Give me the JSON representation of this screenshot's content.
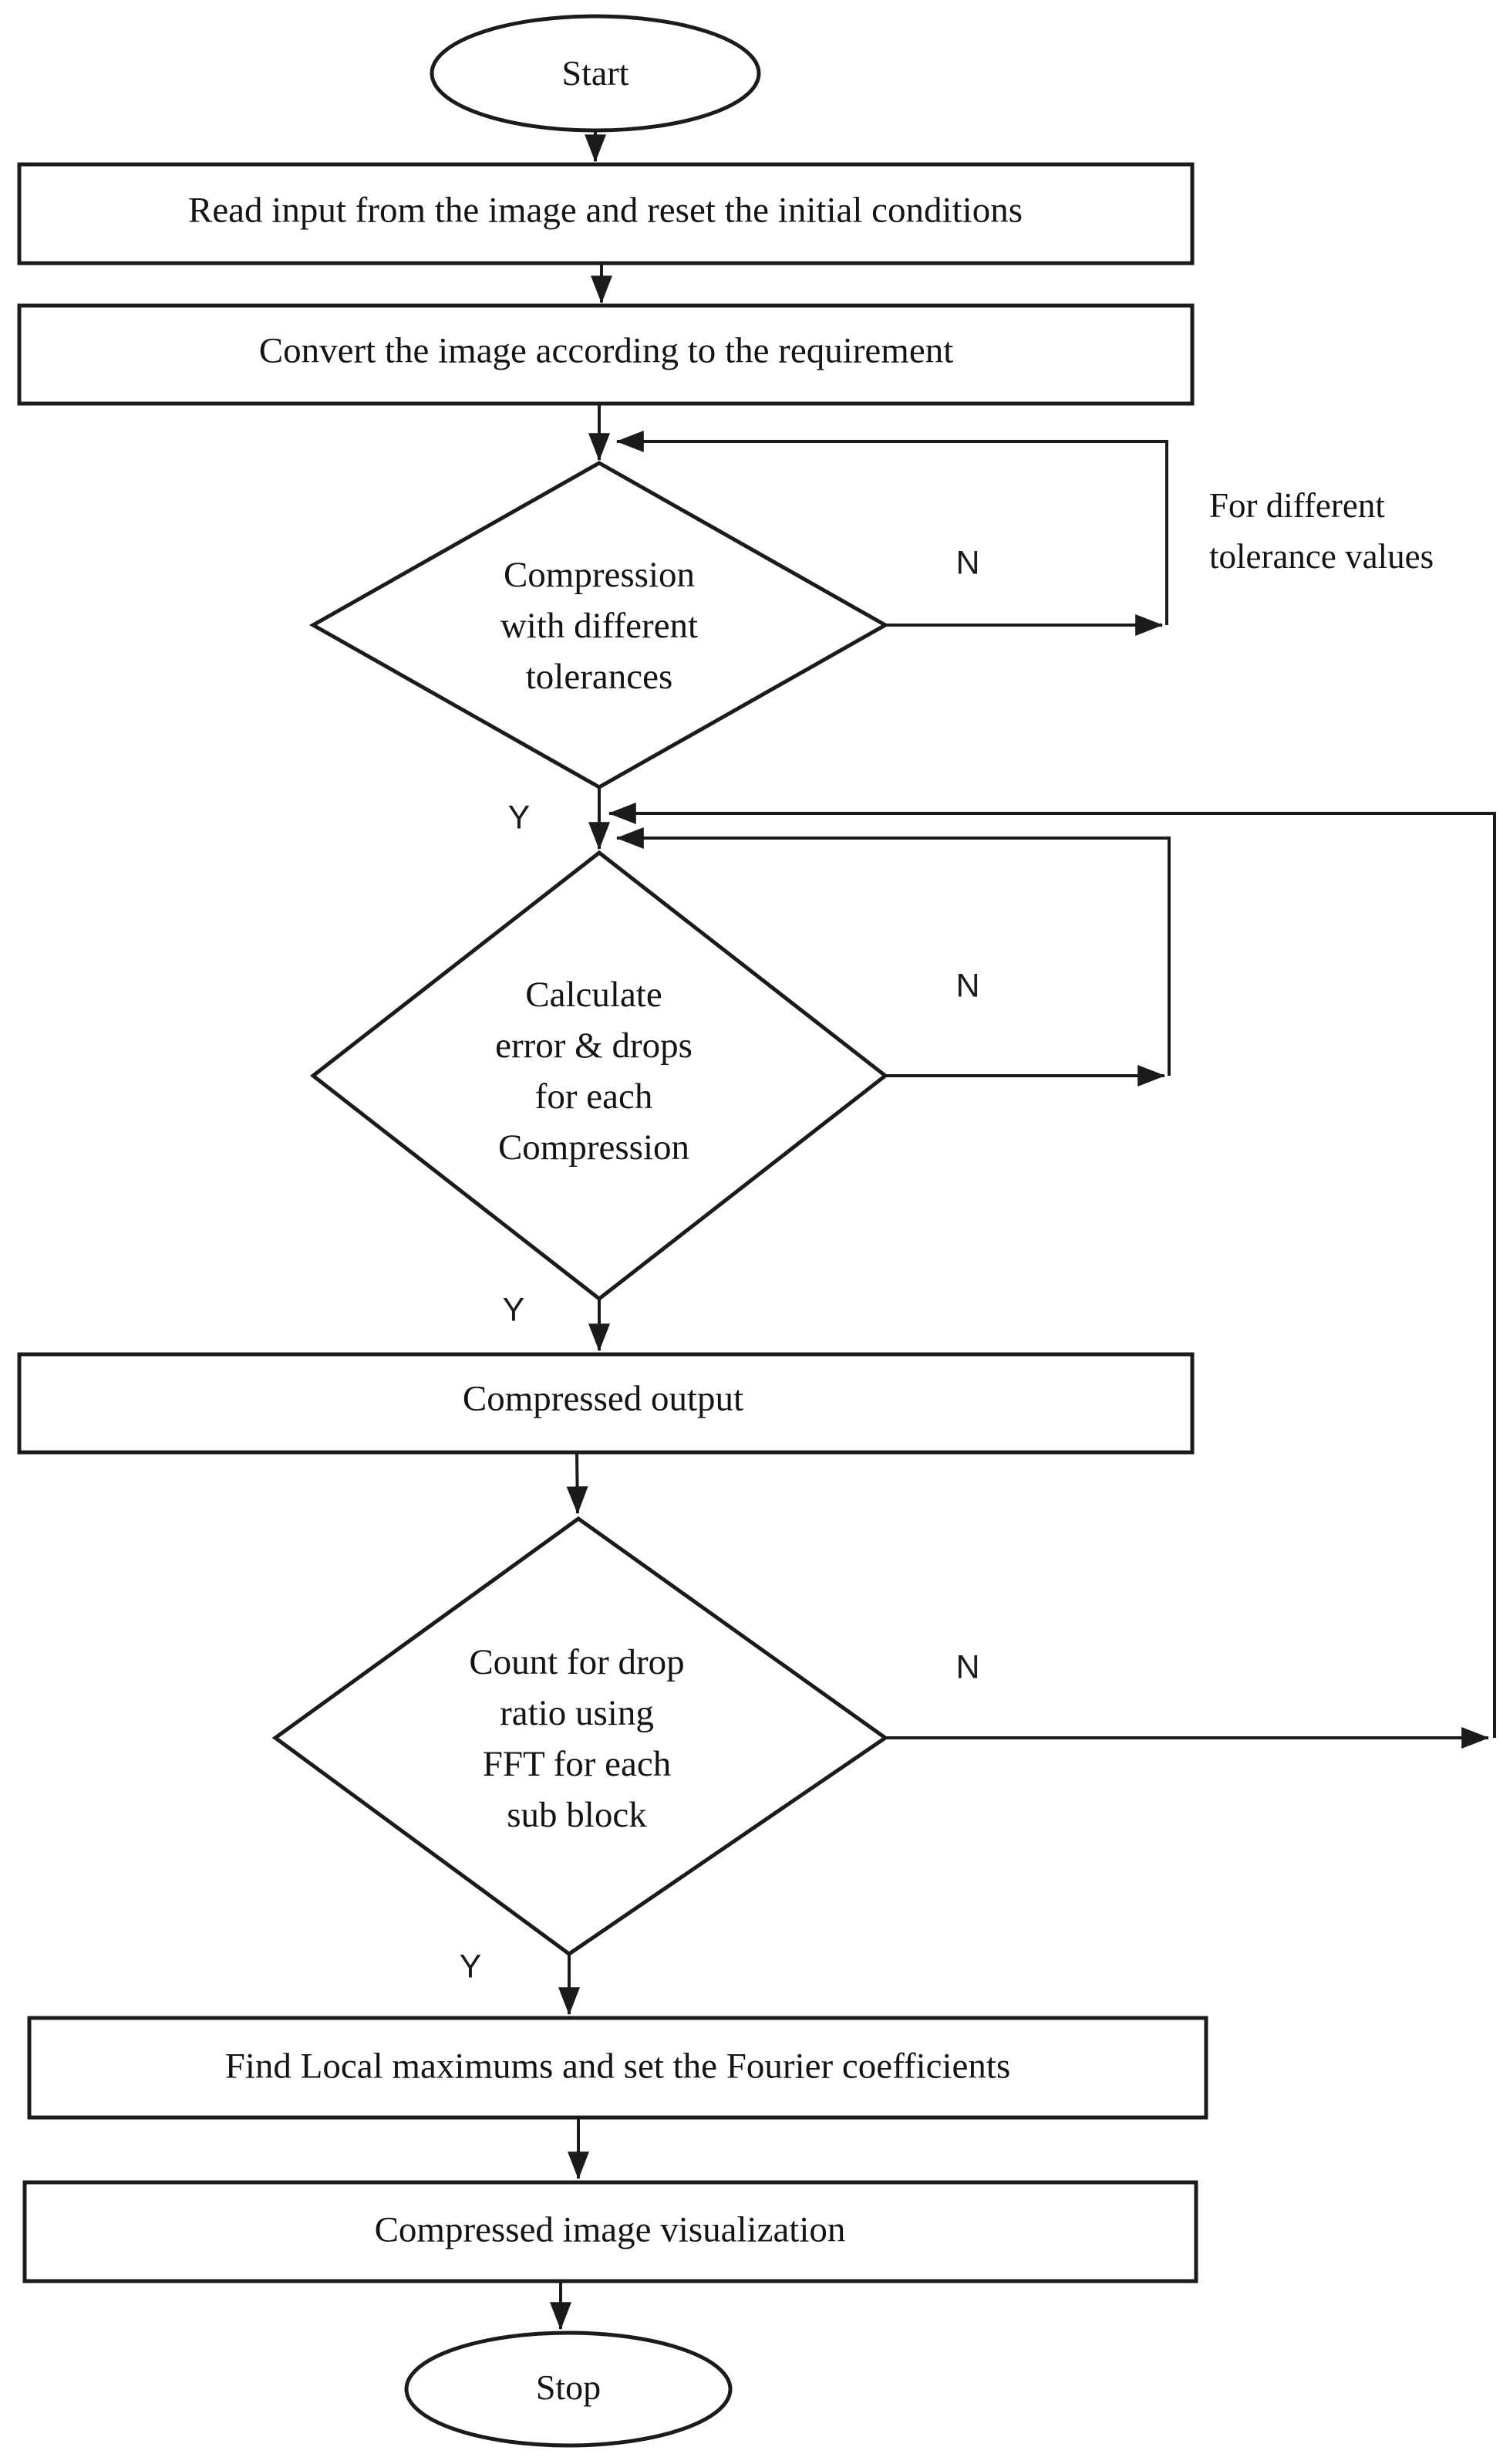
{
  "flowchart": {
    "nodes": {
      "start": {
        "label": "Start"
      },
      "read_input": {
        "label": "Read input from the image and reset the initial conditions"
      },
      "convert_image": {
        "label": "Convert the image according to the requirement"
      },
      "compression_decision": {
        "lines": [
          "Compression",
          "with different",
          "tolerances"
        ]
      },
      "calculate_decision": {
        "lines": [
          "Calculate",
          "error & drops",
          "for each",
          "Compression"
        ]
      },
      "compressed_output": {
        "label": "Compressed output"
      },
      "fft_decision": {
        "lines": [
          "Count for drop",
          "ratio using",
          "FFT for each",
          "sub block"
        ]
      },
      "find_local_maximums": {
        "label": "Find Local maximums and set the Fourier coefficients"
      },
      "compressed_visualization": {
        "label": "Compressed image visualization"
      },
      "stop": {
        "label": "Stop"
      }
    },
    "edge_labels": {
      "compression_no": "N",
      "compression_yes": "Y",
      "calculate_no": "N",
      "calculate_yes": "Y",
      "fft_no": "N",
      "fft_yes": "Y"
    },
    "annotation": {
      "line1": "For different",
      "line2": "tolerance values"
    },
    "colors": {
      "stroke": "#1b1b1b",
      "text": "#141414",
      "background": "#ffffff"
    }
  }
}
